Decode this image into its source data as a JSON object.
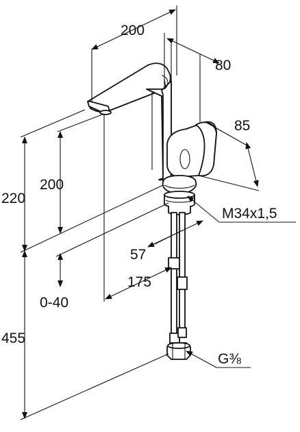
{
  "drawing": {
    "kind": "faucet-dimension-drawing",
    "line_color": "#111111",
    "background": "#ffffff",
    "dimensions": {
      "spout_reach": "200",
      "body_depth": "80",
      "handle_height": "85",
      "total_height": "220",
      "spout_height": "200",
      "thread": "M34x1,5",
      "hole_diameter": "57",
      "hose_offset": "175",
      "deck_thickness": "0-40",
      "hose_length": "455",
      "connection": "G⅜"
    }
  }
}
